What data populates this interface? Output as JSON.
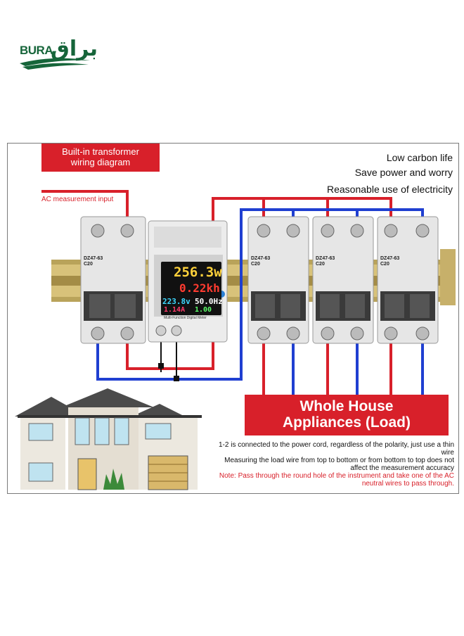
{
  "logo": {
    "latin": "BURA",
    "arabic": "براق"
  },
  "diagram": {
    "banner_line1": "Built-in transformer",
    "banner_line2": "wiring diagram",
    "slogan1": "Low carbon life",
    "slogan2": "Save power and worry",
    "slogan3": "Reasonable use of electricity",
    "ac_label": "AC measurement input",
    "meter": {
      "power": "256.3w",
      "energy": "0.22kh",
      "voltage": "223.8v",
      "frequency": "50.0Hz",
      "current": "1.14A",
      "pf": "1.00",
      "caption": "Multi-Function Digital Meter"
    },
    "breaker": {
      "model": "DZ47-63",
      "rating": "C20"
    },
    "load_line1": "Whole House",
    "load_line2": "Appliances (Load)",
    "note1": "1-2 is connected to the power cord, regardless of the polarity, just use a thin wire",
    "note2": "Measuring the load wire from top to bottom or from bottom to top does not affect the measurement accuracy",
    "note3": "Note: Pass through the round hole of the instrument and take one of the AC neutral wires to pass through.",
    "colors": {
      "live": "#d8202a",
      "neutral": "#1f3fd1",
      "brand": "#16653a"
    }
  }
}
